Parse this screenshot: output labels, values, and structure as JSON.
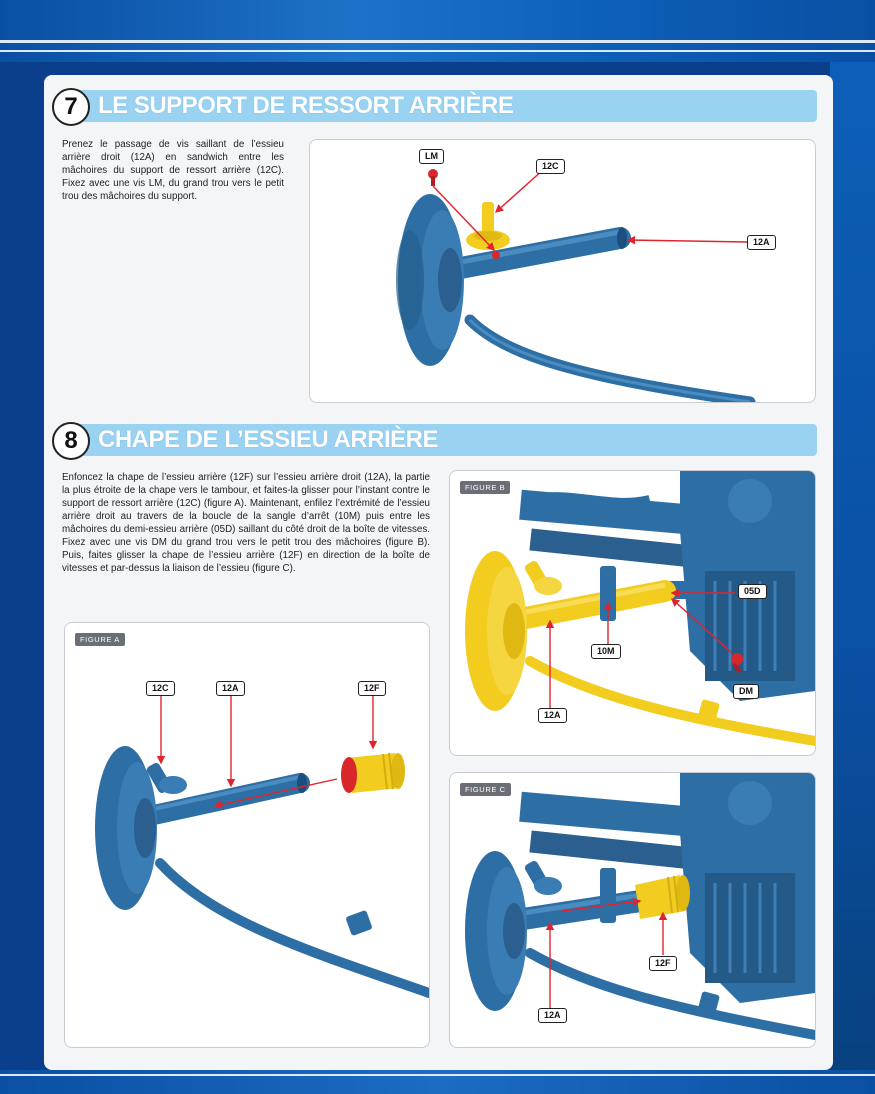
{
  "step7": {
    "number": "7",
    "title": "LE SUPPORT DE RESSORT ARRIÈRE",
    "text": "Prenez le passage de vis saillant de l’essieu arrière droit (12A) en sandwich entre les mâchoires du support de ressort arrière (12C). Fixez avec une vis LM, du grand trou vers le petit trou des mâchoires du support.",
    "labels": {
      "lm": "LM",
      "c12": "12C",
      "a12": "12A"
    }
  },
  "step8": {
    "number": "8",
    "title": "CHAPE DE L’ESSIEU ARRIÈRE",
    "text": "Enfoncez la chape de l’essieu arrière (12F) sur l’essieu arrière droit (12A), la partie la plus étroite de la chape vers le tambour, et faites-la glisser pour l’instant contre le support de ressort arrière (12C) (figure A). Maintenant, enfilez l’extrémité de l’essieu arrière droit au travers de la boucle de la sangle d’arrêt (10M) puis entre les mâchoires du demi-essieu arrière (05D) saillant du côté droit de la boîte de vitesses. Fixez avec une vis DM du grand trou vers le petit trou des mâchoires (figure B). Puis, faites glisser la chape de l’essieu arrière (12F) en direction de la boîte de vitesses et par-dessus la liaison de l’essieu (figure C).",
    "figure_a": {
      "tag": "FIGURE A",
      "labels": {
        "c12": "12C",
        "a12": "12A",
        "f12": "12F"
      }
    },
    "figure_b": {
      "tag": "FIGURE B",
      "labels": {
        "d05": "05D",
        "m10": "10M",
        "dm": "DM",
        "a12": "12A"
      }
    },
    "figure_c": {
      "tag": "FIGURE C",
      "labels": {
        "f12": "12F",
        "a12": "12A"
      }
    }
  },
  "colors": {
    "part_blue": "#2d6ea4",
    "part_yellow": "#f2cc1e",
    "screw_red": "#d9262b",
    "arrow_red": "#e0242c",
    "header_blue": "#9ad3f2"
  }
}
